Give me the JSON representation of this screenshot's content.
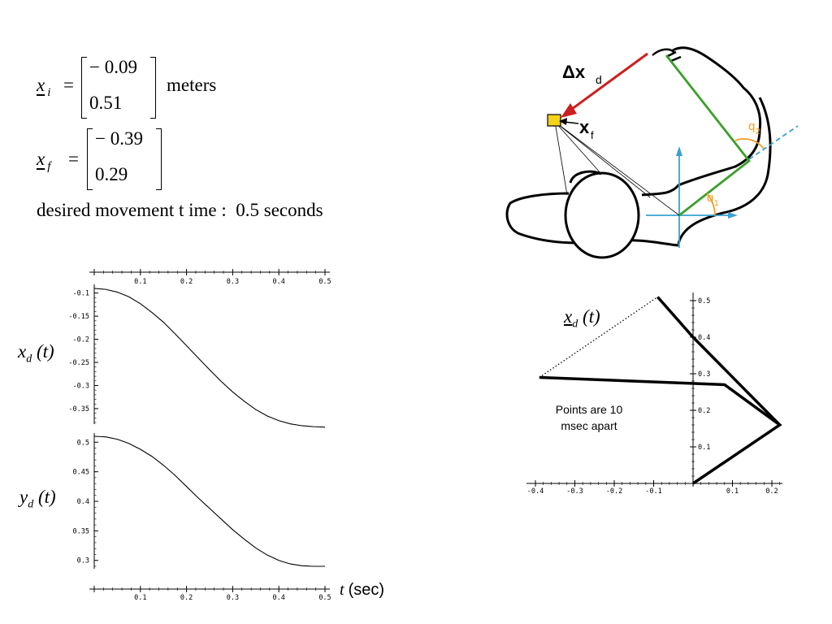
{
  "equations": {
    "xi": {
      "symbol": "x",
      "sub": "i",
      "values": [
        "− 0.09",
        "0.51"
      ],
      "unit": "meters"
    },
    "xf": {
      "symbol": "x",
      "sub": "f",
      "values": [
        "− 0.39",
        "0.29"
      ]
    },
    "equals": "=",
    "movement_time": "desired movement t ime :  0.5 seconds"
  },
  "figure": {
    "delta_label": "Δx",
    "delta_sub": "d",
    "xf_label": "x",
    "xf_sub": "f",
    "q1": "q",
    "q1_sub": "1",
    "q2": "q",
    "q2_sub": "2",
    "colors": {
      "delta_arrow": "#cc1f1f",
      "arm_links": "#3aa02a",
      "axes": "#3aa0d0",
      "angle": "#f0a020",
      "target": "#f5d31a"
    }
  },
  "plot_labels": {
    "xd": {
      "sym": "x",
      "sub": "d",
      "arg": "(t)"
    },
    "yd": {
      "sym": "y",
      "sub": "d",
      "arg": "(t)"
    },
    "time_axis": {
      "sym": "t",
      "unit": "(sec)"
    },
    "path_label": {
      "sym": "x",
      "sub": "d",
      "arg": "(t)"
    },
    "note": [
      "Points are 10",
      "msec apart"
    ]
  },
  "chart_data": [
    {
      "type": "line",
      "name": "xd",
      "x": [
        0.0,
        0.025,
        0.05,
        0.075,
        0.1,
        0.125,
        0.15,
        0.175,
        0.2,
        0.225,
        0.25,
        0.275,
        0.3,
        0.325,
        0.35,
        0.375,
        0.4,
        0.425,
        0.45,
        0.475,
        0.5
      ],
      "values": [
        -0.09,
        -0.092,
        -0.098,
        -0.108,
        -0.123,
        -0.142,
        -0.163,
        -0.188,
        -0.214,
        -0.24,
        -0.266,
        -0.291,
        -0.314,
        -0.334,
        -0.352,
        -0.366,
        -0.376,
        -0.383,
        -0.387,
        -0.389,
        -0.39
      ],
      "xlim": [
        0,
        0.5
      ],
      "ylim": [
        -0.38,
        -0.09
      ],
      "x_ticks": [
        "0.1",
        "0.2",
        "0.3",
        "0.4",
        "0.5"
      ],
      "y_ticks": [
        "-0.1",
        "-0.15",
        "-0.2",
        "-0.25",
        "-0.3",
        "-0.35"
      ]
    },
    {
      "type": "line",
      "name": "yd",
      "x": [
        0.0,
        0.025,
        0.05,
        0.075,
        0.1,
        0.125,
        0.15,
        0.175,
        0.2,
        0.225,
        0.25,
        0.275,
        0.3,
        0.325,
        0.35,
        0.375,
        0.4,
        0.425,
        0.45,
        0.475,
        0.5
      ],
      "values": [
        0.51,
        0.509,
        0.505,
        0.498,
        0.488,
        0.476,
        0.461,
        0.444,
        0.425,
        0.406,
        0.388,
        0.37,
        0.352,
        0.336,
        0.321,
        0.309,
        0.3,
        0.294,
        0.291,
        0.29,
        0.29
      ],
      "xlim": [
        0,
        0.5
      ],
      "ylim": [
        0.29,
        0.51
      ],
      "x_ticks": [
        "0.1",
        "0.2",
        "0.3",
        "0.4",
        "0.5"
      ],
      "y_ticks": [
        "0.5",
        "0.45",
        "0.4",
        "0.35",
        "0.3"
      ]
    },
    {
      "type": "line",
      "name": "arm-path",
      "arm": {
        "x": [
          0,
          0.22,
          0.08,
          -0.39
        ],
        "y": [
          0,
          0.16,
          0.27,
          0.29
        ]
      },
      "arm_final": {
        "x": [
          0,
          -0.09
        ],
        "y": [
          0.4,
          0.51
        ]
      },
      "path": {
        "x": [
          -0.39,
          -0.09
        ],
        "y": [
          0.29,
          0.51
        ]
      },
      "xlim": [
        -0.4,
        0.25
      ],
      "ylim": [
        0,
        0.5
      ],
      "x_ticks": [
        "-0.4",
        "-0.3",
        "-0.2",
        "-0.1",
        "0.1",
        "0.2"
      ],
      "y_ticks": [
        "0.1",
        "0.2",
        "0.3",
        "0.4",
        "0.5"
      ]
    }
  ]
}
